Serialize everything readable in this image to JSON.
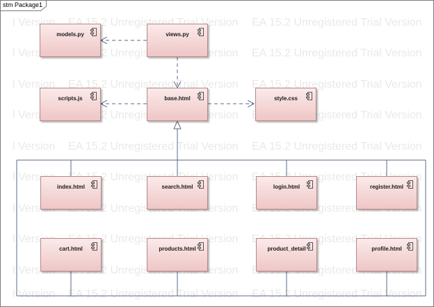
{
  "frame": {
    "label": "stm Package1"
  },
  "watermark": {
    "rows": [
      [
        "l Version",
        "EA 15.2 Unregistered Trial Version",
        "EA 15.2 Unregistered Trial Version"
      ],
      [
        "l Version",
        "EA 15.2 Unregistered Trial Version",
        "EA 15.2 Unregistered Trial Version"
      ],
      [
        "l Version",
        "EA 15.2 Unregistered Trial Version",
        "EA 15.2 Unregistered Trial Version"
      ],
      [
        "l Version",
        "EA 15.2 Unregistered Trial Version",
        "EA 15.2 Unregistered Trial Version"
      ],
      [
        "l Version",
        "EA 15.2 Unregistered Trial Version",
        "EA 15.2 Unregistered Trial Version"
      ],
      [
        "l Version",
        "EA 15.2 Unregistered Trial Version",
        "EA 15.2 Unregistered Trial Version"
      ],
      [
        "l Version",
        "EA 15.2 Unregistered Trial Version",
        "EA 15.2 Unregistered Trial Version"
      ],
      [
        "l Version",
        "EA 15.2 Unregistered Trial Version",
        "EA 15.2 Unregistered Trial Version"
      ],
      [
        "l Version",
        "EA 15.2 Unregistered Trial Version",
        "EA 15.2 Unregistered Trial Version"
      ],
      [
        "l Version",
        "EA 15.2 Unregistered Trial Version",
        "EA 15.2 Unregistered Trial Version"
      ]
    ]
  },
  "components": {
    "models_py": "models.py",
    "views_py": "views.py",
    "scripts_js": "scripts.js",
    "base_html": "base.html",
    "style_css": "style.css",
    "index_html": "index.html",
    "search_html": "search.html",
    "login_html": "login.html",
    "register_html": "register.html",
    "cart_html": "cart.html",
    "products_html": "products.html",
    "product_detail": "product_detail",
    "profile_html": "profile.html"
  },
  "colors": {
    "component_fill_top": "#fbeaea",
    "component_fill_bottom": "#efc6c6",
    "component_border": "#b58787",
    "connector": "#5a6a85",
    "watermark": "#e9e9e9"
  },
  "icon": "component-icon"
}
